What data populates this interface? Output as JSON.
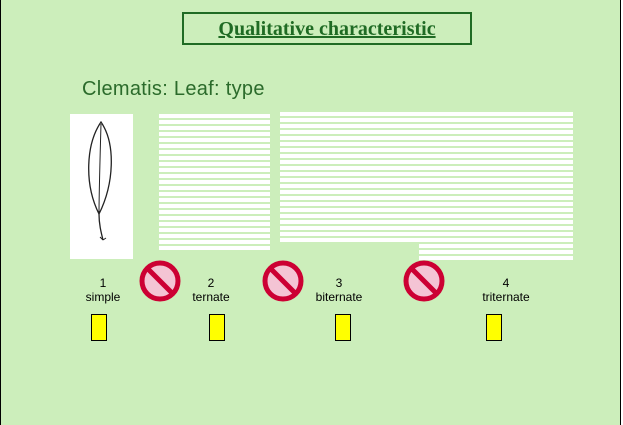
{
  "slide": {
    "title": "Qualitative characteristic",
    "subtitle": "Clematis:  Leaf: type",
    "colors": {
      "background": "#cceebb",
      "title": "#1f6b24",
      "subtitle": "#2b6b2b",
      "swatch": "#ffff00",
      "no_sign": "#cc0033"
    },
    "categories": [
      {
        "number": "1",
        "label": "simple",
        "image": "simple-leaf"
      },
      {
        "number": "2",
        "label": "ternate",
        "image": "ternate-leaf"
      },
      {
        "number": "3",
        "label": "biternate",
        "image": "biternate-leaf"
      },
      {
        "number": "4",
        "label": "triternate",
        "image": "triternate-leaf"
      }
    ],
    "separator_icon": "no-entry-sign-icon"
  }
}
